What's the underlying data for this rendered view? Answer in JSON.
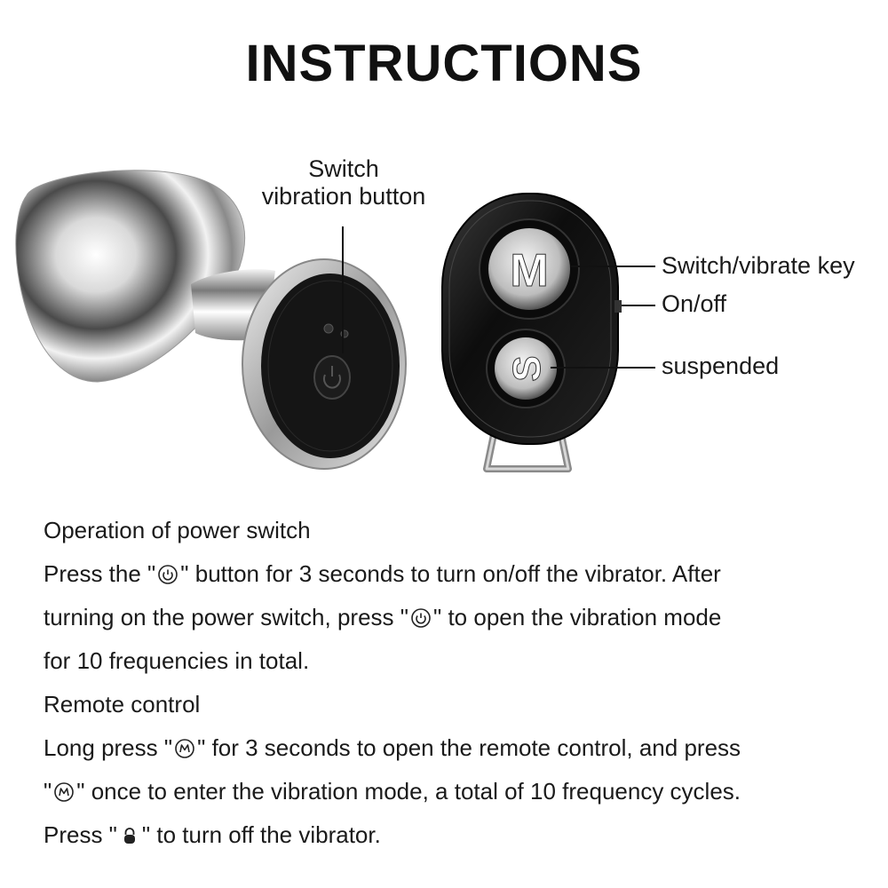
{
  "title": "INSTRUCTIONS",
  "labels": {
    "switch_line1": "Switch",
    "switch_line2": "vibration button",
    "switch_vibrate_key": "Switch/vibrate key",
    "on_off": "On/off",
    "suspended": "suspended",
    "remote_m_letter": "M",
    "remote_s_letter": "S"
  },
  "instructions": {
    "power_heading": "Operation of power switch",
    "power_l1_a": "Press the \"",
    "power_l1_b": "\" button for 3 seconds to turn on/off the vibrator. After",
    "power_l2_a": "turning on the power switch, press \"",
    "power_l2_b": "\" to open the vibration mode",
    "power_l3": "for 10 frequencies in total.",
    "remote_heading": "Remote control",
    "remote_l1_a": "Long press \"",
    "remote_l1_b": "\" for 3 seconds to open the remote control, and press",
    "remote_l2_a": "\"",
    "remote_l2_b": "\" once to enter the vibration mode, a total of 10 frequency cycles.",
    "remote_l3_a": "Press \"",
    "remote_l3_b": "\" to turn off the vibrator."
  },
  "icons": {
    "power": "power-icon",
    "m_button": "m-button-icon",
    "lock": "lock-icon"
  },
  "colors": {
    "text": "#1a1a1a",
    "device_black": "#111111",
    "metal": "#c8c8c8"
  }
}
